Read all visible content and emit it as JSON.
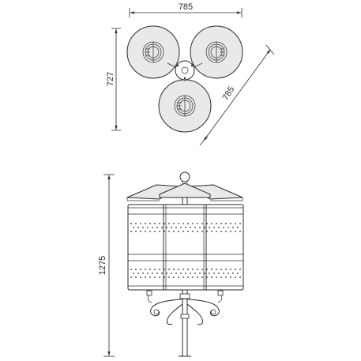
{
  "dimensions": {
    "top_width": "785",
    "top_depth": "727",
    "top_diagonal": "785",
    "front_height": "1275"
  },
  "colors": {
    "line": "#2b2b2b",
    "lid_fill": "#e9e9e9",
    "background": "#ffffff"
  }
}
